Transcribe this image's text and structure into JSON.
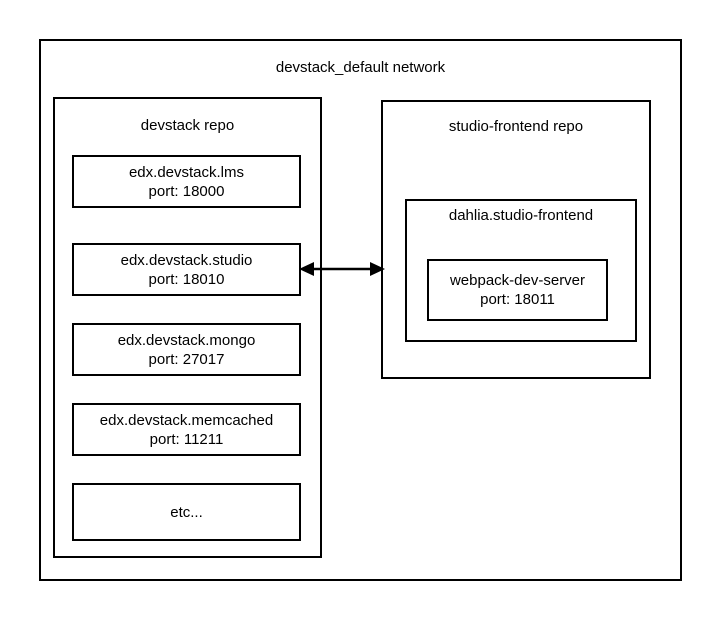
{
  "diagram": {
    "network": {
      "title": "devstack_default network"
    },
    "repos": [
      {
        "name": "devstack-repo",
        "title": "devstack repo",
        "services": [
          {
            "name": "edx.devstack.lms",
            "port_label": "port: 18000",
            "port": 18000
          },
          {
            "name": "edx.devstack.studio",
            "port_label": "port: 18010",
            "port": 18010
          },
          {
            "name": "edx.devstack.mongo",
            "port_label": "port: 27017",
            "port": 27017
          },
          {
            "name": "edx.devstack.memcached",
            "port_label": "port: 11211",
            "port": 11211
          },
          {
            "name": "etc...",
            "port_label": "",
            "port": null
          }
        ]
      },
      {
        "name": "studio-frontend-repo",
        "title": "studio-frontend repo",
        "container": {
          "title": "dahlia.studio-frontend",
          "services": [
            {
              "name": "webpack-dev-server",
              "port_label": "port: 18011",
              "port": 18011
            }
          ]
        }
      }
    ],
    "connector": {
      "kind": "bidirectional-arrow",
      "from": "edx.devstack.studio",
      "to": "dahlia.studio-frontend"
    },
    "colors": {
      "background": "#ffffff",
      "stroke": "#000000",
      "text": "#000000"
    }
  }
}
